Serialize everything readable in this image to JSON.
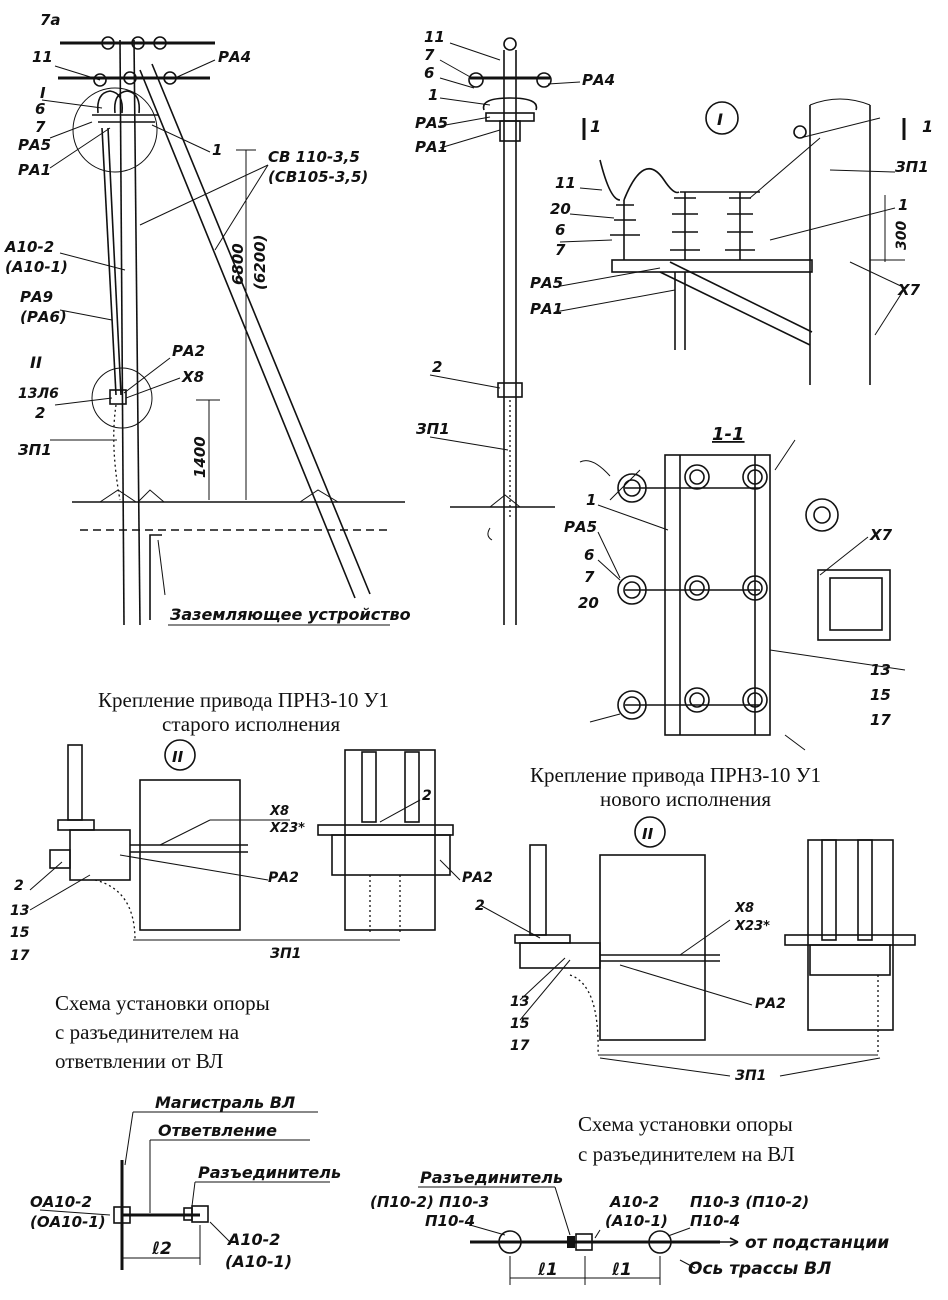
{
  "captions": {
    "old_drive_line1": "Крепление привода ПРНЗ-10 У1",
    "old_drive_line2": "старого исполнения",
    "new_drive_line1": "Крепление привода ПРНЗ-10 У1",
    "new_drive_line2": "нового исполнения",
    "branch_scheme_line1": "Схема установки опоры",
    "branch_scheme_line2": "с разъединителем на",
    "branch_scheme_line3": "ответвлении от ВЛ",
    "line_scheme_line1": "Схема установки опоры",
    "line_scheme_line2": "с разъединителем на ВЛ"
  },
  "side_view": {
    "l_7a": "7а",
    "l_11": "11",
    "l_I": "I",
    "l_6": "6",
    "l_7": "7",
    "l_ra5": "РА5",
    "l_ra1": "РА1",
    "l_ra4": "РА4",
    "l_1": "1",
    "l_sv": "СВ 110-3,5",
    "l_sv_alt": "(СВ105-3,5)",
    "l_a10": "А10-2",
    "l_a10_alt": "(А10-1)",
    "l_ra9": "РА9",
    "l_ra6": "(РА6)",
    "l_II": "II",
    "l_13l6": "13Л6",
    "l_2": "2",
    "l_ra2": "РА2",
    "l_x8": "Х8",
    "l_zp1": "ЗП1",
    "dim_6800": "6800",
    "dim_6200": "(6200)",
    "dim_1400": "1400",
    "ground": "Заземляющее устройство"
  },
  "front_view": {
    "l_11": "11",
    "l_7": "7",
    "l_6": "6",
    "l_1": "1",
    "l_ra5": "РА5",
    "l_ra1": "РА1",
    "l_ra4": "РА4",
    "l_2": "2",
    "l_zp1": "ЗП1"
  },
  "detail_I": {
    "marker": "I",
    "cut_left": "1",
    "cut_right": "1",
    "l_11": "11",
    "l_20": "20",
    "l_6": "6",
    "l_7": "7",
    "l_ra5": "РА5",
    "l_ra1": "РА1",
    "l_zp1": "ЗП1",
    "l_1": "1",
    "l_x7": "Х7",
    "dim_300": "300"
  },
  "section_1_1": {
    "title": "1-1",
    "l_1": "1",
    "l_ra5": "РА5",
    "l_6": "6",
    "l_7": "7",
    "l_20": "20",
    "l_x7": "Х7",
    "l_13": "13",
    "l_15": "15",
    "l_17": "17"
  },
  "detail_II_old": {
    "marker": "II",
    "l_x8": "Х8",
    "l_x23": "Х23*",
    "l_ra2": "РА2",
    "l_2": "2",
    "l_13": "13",
    "l_15": "15",
    "l_17": "17",
    "l_zp1": "ЗП1",
    "l_2b": "2",
    "l_ra2b": "РА2"
  },
  "detail_II_new": {
    "marker": "II",
    "l_x8": "Х8",
    "l_x23": "Х23*",
    "l_ra2": "РА2",
    "l_2": "2",
    "l_13": "13",
    "l_15": "15",
    "l_17": "17",
    "l_zp1": "ЗП1"
  },
  "scheme_branch": {
    "main_line": "Магистраль ВЛ",
    "branch": "Ответвление",
    "disconnector": "Разъединитель",
    "oa10": "ОА10-2",
    "oa10_alt": "(ОА10-1)",
    "a10": "А10-2",
    "a10_alt": "(А10-1)",
    "l2": "ℓ2"
  },
  "scheme_line": {
    "disconnector": "Разъединитель",
    "p10_left1": "(П10-2) П10-3",
    "p10_left2": "П10-4",
    "a10": "А10-2",
    "a10_alt": "(А10-1)",
    "p10_right1": "П10-3 (П10-2)",
    "p10_right2": "П10-4",
    "from_substation": "от подстанции",
    "axis": "Ось трассы ВЛ",
    "l1a": "ℓ1",
    "l1b": "ℓ1"
  }
}
